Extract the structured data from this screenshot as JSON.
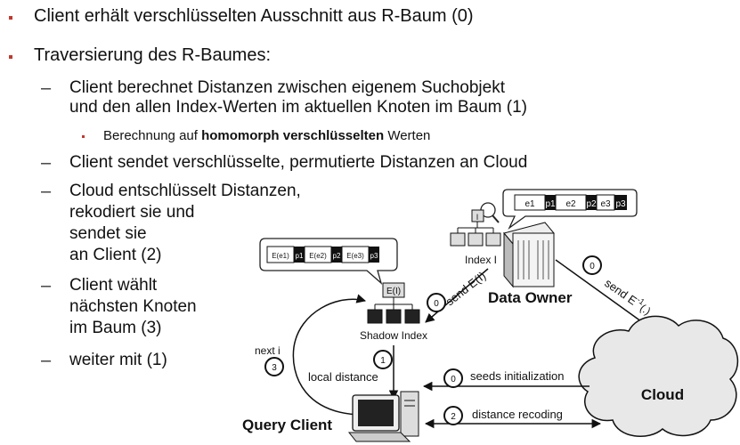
{
  "bullets": [
    {
      "text": "Client erhält verschlüsselten Ausschnitt aus R-Baum (0)"
    },
    {
      "text": "Traversierung des R-Baumes:"
    }
  ],
  "sub_items": [
    {
      "line1": "Client berechnet Distanzen zwischen eigenem Suchobjekt",
      "line2": "und den allen Index-Werten im aktuellen Knoten im Baum (1)"
    },
    {
      "text": "Client sendet verschlüsselte, permutierte Distanzen an Cloud"
    },
    {
      "line1": "Cloud entschlüsselt Distanzen,",
      "line2": "rekodiert sie und",
      "line3": "sendet sie",
      "line4": "an Client (2)"
    },
    {
      "line1": "Client wählt",
      "line2": "nächsten Knoten",
      "line3": "im Baum (3)"
    },
    {
      "text": "weiter mit (1)"
    }
  ],
  "subsub": {
    "prefix": "Berechnung auf ",
    "bold": "homomorph verschlüsselten",
    "suffix": " Werten"
  },
  "diagram": {
    "data_owner": "Data Owner",
    "index_label": "Index I",
    "index_node": "I",
    "owner_bubble": [
      "e1",
      "p1",
      "e2",
      "p2",
      "e3",
      "p3"
    ],
    "shadow_index": "Shadow Index",
    "shadow_node": "E(I)",
    "client_bubble": [
      "E(e1)",
      "p1",
      "E(e2)",
      "p2",
      "E(e3)",
      "p3"
    ],
    "query_client": "Query Client",
    "cloud": "Cloud",
    "send_ei": "send E(I)",
    "send_einv": "send E",
    "send_einv_sup": "-1",
    "send_einv_tail": "(.)",
    "seeds": "seeds initialization",
    "recoding": "distance recoding",
    "local_distance": "local distance",
    "next_i": "next i",
    "steps": {
      "zero_a": "0",
      "zero_b": "0",
      "zero_c": "0",
      "one": "1",
      "two": "2",
      "three": "3"
    }
  }
}
